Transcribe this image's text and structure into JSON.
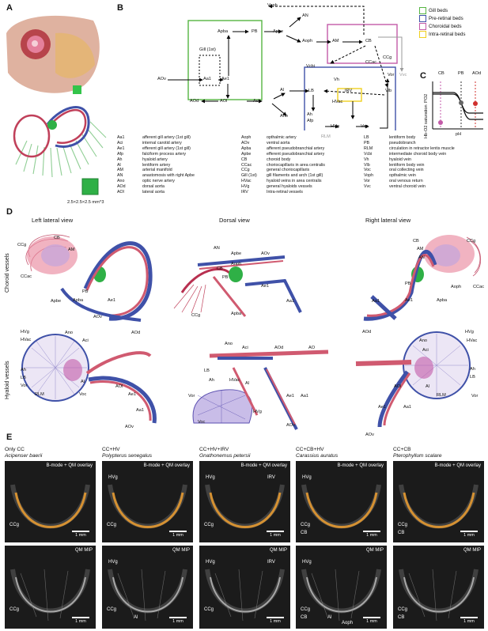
{
  "panels": {
    "a": "A",
    "b": "B",
    "c": "C",
    "d": "D",
    "e": "E"
  },
  "panel_a": {
    "scale_text": "2.5×2.5×2.5 mm^3"
  },
  "panel_b": {
    "nodes": {
      "voph": "Voph",
      "an": "AN",
      "apba": "Apba",
      "pb": "PB",
      "apbe": "Apbe",
      "aoph": "Aoph",
      "am": "AM",
      "cb": "CB",
      "ccg": "CCg",
      "ccac": "CCac",
      "gill1": "Gill (1st)",
      "aov": "AOv",
      "aa1": "Aa1",
      "ae1": "Ae1",
      "aod": "AOd",
      "aol": "AOl",
      "aci": "Aci",
      "al": "Al",
      "ano": "Ano",
      "vcbi": "Vcbi",
      "vh": "Vh",
      "vlb": "Vlb",
      "lb": "LB",
      "hvac": "HVac",
      "irv": "IRV",
      "ah": "Ah",
      "afp": "Afp",
      "hvg": "HVg",
      "voc": "Voc",
      "rlm": "RLM",
      "vor": "Vor",
      "vvc": "Vvc"
    },
    "legend": [
      {
        "label": "Gill beds",
        "color": "#55b542"
      },
      {
        "label": "Pre-retinal beds",
        "color": "#3f51a8"
      },
      {
        "label": "Choroidal beds",
        "color": "#c35aa8"
      },
      {
        "label": "Intra-retinal beds",
        "color": "#f0d020"
      }
    ]
  },
  "panel_c": {
    "labels": [
      "CB",
      "PB",
      "AOd"
    ],
    "ylabel": "PO2",
    "ylabel2": "Hb-O2 saturation",
    "xlabel": "pH"
  },
  "glossary": [
    [
      {
        "ab": "Aa1",
        "def": "afferent gill artery (1st gill)"
      },
      {
        "ab": "Aci",
        "def": "internal carotid artery"
      },
      {
        "ab": "Ae1",
        "def": "efferent gill artery (1st gill)"
      },
      {
        "ab": "Afp",
        "def": "falciform process artery"
      },
      {
        "ab": "Ah",
        "def": "hyaloid artery"
      },
      {
        "ab": "Al",
        "def": "lentiform artery"
      },
      {
        "ab": "AM",
        "def": "arterial manifold"
      },
      {
        "ab": "AN",
        "def": "anastomosis with right Apbe"
      },
      {
        "ab": "Ano",
        "def": "optic nerve artery"
      },
      {
        "ab": "AOd",
        "def": "dorsal aorta"
      },
      {
        "ab": "AOl",
        "def": "lateral aorta"
      }
    ],
    [
      {
        "ab": "Aoph",
        "def": "opthalmic artery"
      },
      {
        "ab": "AOv",
        "def": "ventral aorta"
      },
      {
        "ab": "Apba",
        "def": "afferent pseudobranchial artery"
      },
      {
        "ab": "Apbe",
        "def": "efferent pseudobranchial artery"
      },
      {
        "ab": "CB",
        "def": "choroid body"
      },
      {
        "ab": "CCac",
        "def": "choriocapillaris in area centralis"
      },
      {
        "ab": "CCg",
        "def": "general choriocapillaris"
      },
      {
        "ab": "Gill (1st)",
        "def": "gill filaments and arch (1st gill)"
      },
      {
        "ab": "HVac",
        "def": "hyaloid veins in area centralis"
      },
      {
        "ab": "HVg",
        "def": "general hyaloids vessels"
      },
      {
        "ab": "IRV",
        "def": "Intra-retinal vessels"
      }
    ],
    [
      {
        "ab": "LB",
        "def": "lentiform body"
      },
      {
        "ab": "PB",
        "def": "pseudobranch"
      },
      {
        "ab": "RLM",
        "def": "circulation in retractor lentis muscle"
      },
      {
        "ab": "Vcbi",
        "def": "intermediate choroid body vein"
      },
      {
        "ab": "Vh",
        "def": "hyaloid vein"
      },
      {
        "ab": "Vlb",
        "def": "lentiform body vein"
      },
      {
        "ab": "Voc",
        "def": "oral collecting vein"
      },
      {
        "ab": "Voph",
        "def": "opthalmic vein"
      },
      {
        "ab": "Vor",
        "def": "oral venous return"
      },
      {
        "ab": "Vvc",
        "def": "ventral choroid vein"
      }
    ]
  ],
  "panel_d": {
    "views": [
      "Left lateral view",
      "Dorsal view",
      "Right lateral view"
    ],
    "rows": [
      "Choroid vessels",
      "Hyaloid vessels"
    ],
    "left_choroid": [
      "CCg",
      "CB",
      "AM",
      "CCac",
      "Apbe",
      "PB",
      "Apba",
      "Ae1",
      "AOv"
    ],
    "dorsal_choroid": [
      "AN",
      "Apbe",
      "AOv",
      "Aoph",
      "CB",
      "PB",
      "Ae1",
      "Aa1",
      "CCg",
      "Apba"
    ],
    "right_choroid": [
      "CCg",
      "CB",
      "AM",
      "AN",
      "PB",
      "Aoph",
      "CCac",
      "Aa1",
      "Ae1",
      "Apba"
    ],
    "left_hyaloid": [
      "HVg",
      "HVac",
      "Ah",
      "LB",
      "Vor",
      "RLM",
      "Ano",
      "Aci",
      "Al",
      "Voc",
      "AOd",
      "AOl",
      "Ae1",
      "Aa1",
      "AOv"
    ],
    "dorsal_hyaloid": [
      "Ano",
      "Aci",
      "AOd",
      "AO",
      "LB",
      "Ah",
      "HVac",
      "Al",
      "Vor",
      "Voc",
      "HVg",
      "Ae1",
      "Aa1",
      "AOv"
    ],
    "right_hyaloid": [
      "AOd",
      "HVg",
      "Ano",
      "HVac",
      "Aci",
      "Ah",
      "LB",
      "Al",
      "AOl",
      "RLM",
      "Vor",
      "Ae1",
      "Aa1",
      "AOv"
    ]
  },
  "panel_e": {
    "columns": [
      {
        "group": "Only CC",
        "species": "Acipenser baerii",
        "top_labels": [
          "CCg"
        ],
        "bottom_labels": [
          "CCg"
        ]
      },
      {
        "group": "CC+HV",
        "species": "Polypterus senegalus",
        "top_labels": [
          "HVg",
          "CCg"
        ],
        "bottom_labels": [
          "HVg",
          "CCg",
          "Al"
        ]
      },
      {
        "group": "CC+HV+IRV",
        "species": "Gnathonemus petersii",
        "top_labels": [
          "HVg",
          "IRV",
          "CCg"
        ],
        "bottom_labels": [
          "HVg",
          "IRV",
          "CCg"
        ]
      },
      {
        "group": "CC+CB+HV",
        "species": "Carassius auratus",
        "top_labels": [
          "HVg",
          "CCg",
          "CB"
        ],
        "bottom_labels": [
          "HVg",
          "CCg",
          "CB",
          "Al",
          "Aoph"
        ]
      },
      {
        "group": "CC+CB",
        "species": "Pterophyllum scalare",
        "top_labels": [
          "CCg",
          "CB"
        ],
        "bottom_labels": [
          "CCg",
          "CB"
        ]
      }
    ],
    "top_tag": "B-mode + QM overlay",
    "bottom_tag": "QM MIP",
    "scale": "1 mm"
  }
}
